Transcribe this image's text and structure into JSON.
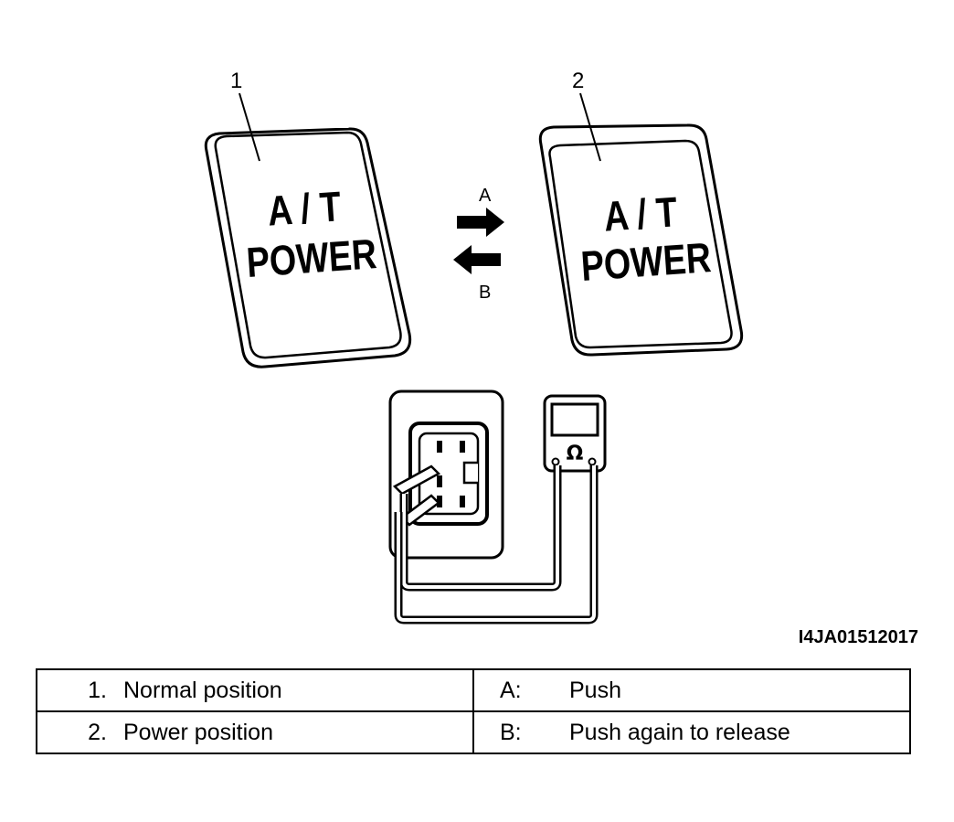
{
  "callouts": {
    "normal": "1",
    "power": "2"
  },
  "switch_text": {
    "line1": "A / T",
    "line2": "POWER"
  },
  "arrows": {
    "push": "A",
    "release": "B"
  },
  "meter": {
    "symbol": "Ω"
  },
  "figure_id": "I4JA01512017",
  "legend": [
    [
      {
        "key": "1.",
        "text": "Normal position"
      },
      {
        "key": "A:",
        "text": "Push"
      }
    ],
    [
      {
        "key": "2.",
        "text": "Power position"
      },
      {
        "key": "B:",
        "text": "Push again to release"
      }
    ]
  ]
}
